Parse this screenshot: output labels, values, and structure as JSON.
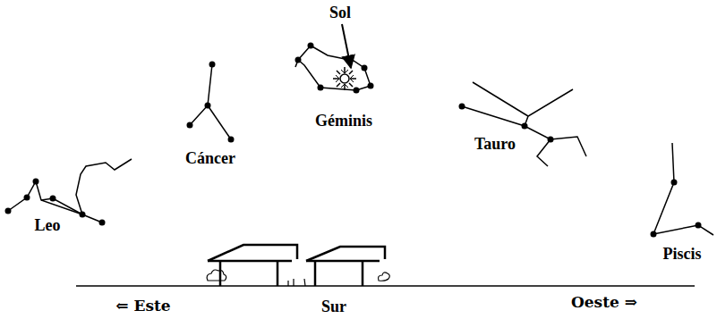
{
  "diagram": {
    "labels": [
      "Sol",
      "Géminis",
      "Cáncer",
      "Tauro",
      "Leo",
      "Piscis",
      "⇐ Este",
      "Sur",
      "Oeste ⇒"
    ]
  }
}
